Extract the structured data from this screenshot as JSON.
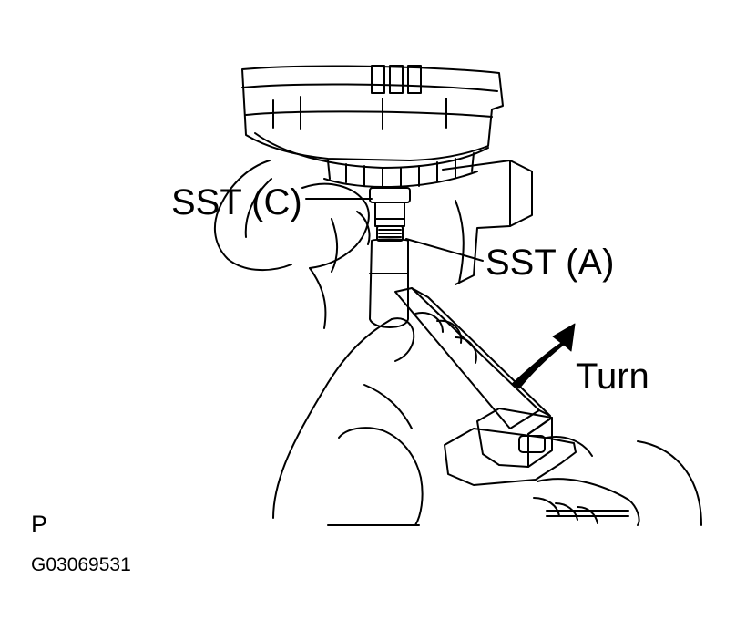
{
  "diagram": {
    "callouts": {
      "sst_c": "SST (C)",
      "sst_a": "SST (A)",
      "turn": "Turn"
    },
    "view_code": "P",
    "figure_id": "G03069531",
    "colors": {
      "ink": "#000000",
      "paper": "#ffffff"
    }
  }
}
